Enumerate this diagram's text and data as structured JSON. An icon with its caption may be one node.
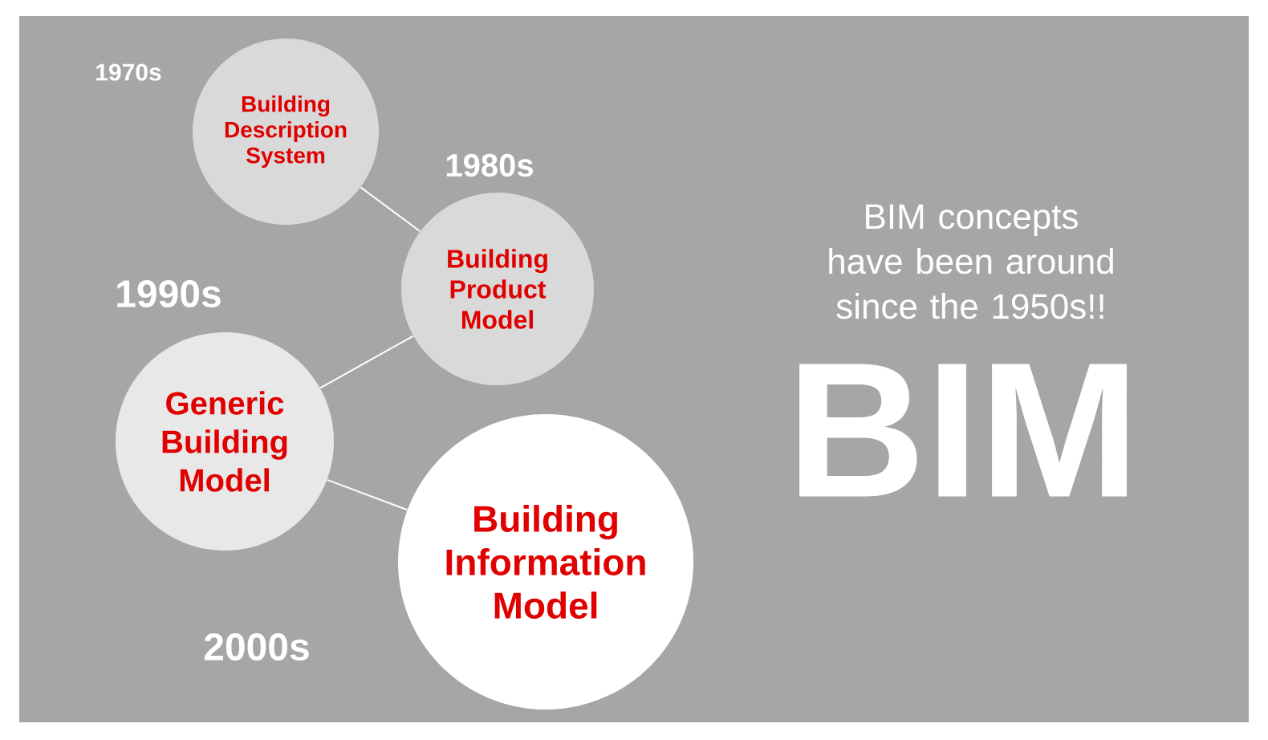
{
  "diagram": {
    "nodes": [
      {
        "text": [
          "Building Description System"
        ],
        "beside": [
          "1970s"
        ]
      },
      {
        "text": [
          "Building Product Model"
        ],
        "beside": [
          "1980s"
        ]
      },
      {
        "text": [
          "Generic Building Model"
        ],
        "beside": [
          "1990s"
        ]
      },
      {
        "text": [
          "Building Information Model"
        ],
        "beside": [
          "2000s"
        ]
      }
    ],
    "edges": [
      {
        "from": 0,
        "to": 1,
        "arrow": "none"
      },
      {
        "from": 1,
        "to": 2,
        "arrow": "none"
      },
      {
        "from": 2,
        "to": 3,
        "arrow": "none"
      }
    ],
    "labels": [
      "BIM concepts have been around since the 1950s!!",
      "BIM"
    ]
  }
}
